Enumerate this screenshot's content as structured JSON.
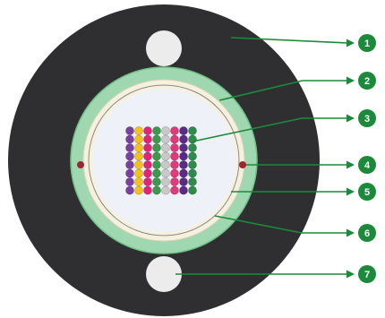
{
  "colors": {
    "jacket": "#2f2f31",
    "armor": "#9fd8b0",
    "armor_edge": "#6fbf86",
    "tube_outer": "#f6f1df",
    "tube_ring": "#ffffff",
    "tube_inner": "#eef2f8",
    "rod": "#ececec",
    "ripcord": "#a32330",
    "leader": "#1b8a3b",
    "badge": "#1b8a3b",
    "badge_text": "#ffffff"
  },
  "fiber_colors": [
    "#7a3fa0",
    "#f2c21b",
    "#e3237a",
    "#3a9a4a",
    "#c9c9c9",
    "#e03a78",
    "#5a2a86",
    "#2e8b4a"
  ],
  "fiber_grid": {
    "columns": 8,
    "rows": 8
  },
  "callouts": [
    {
      "number": "1",
      "part": "outer-jacket"
    },
    {
      "number": "2",
      "part": "armor-layer"
    },
    {
      "number": "3",
      "part": "optical-fibers"
    },
    {
      "number": "4",
      "part": "ripcord"
    },
    {
      "number": "5",
      "part": "water-blocking-layer"
    },
    {
      "number": "6",
      "part": "loose-tube"
    },
    {
      "number": "7",
      "part": "strength-member"
    }
  ]
}
